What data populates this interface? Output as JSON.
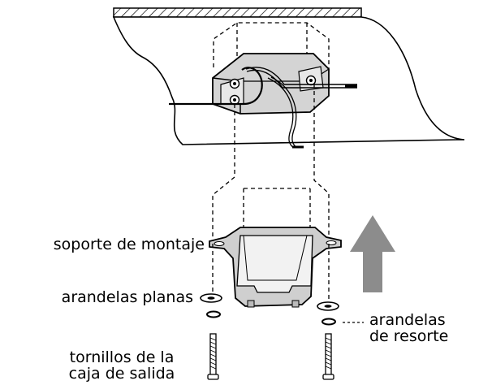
{
  "labels": {
    "mounting_bracket": "soporte de montaje",
    "flat_washers": "arandelas planas",
    "spring_washers_line1": "arandelas",
    "spring_washers_line2": "de resorte",
    "screws_line1": "tornillos de la",
    "screws_line2": "caja de salida"
  },
  "colors": {
    "ink": "#000000",
    "arrow": "#8c8c8c",
    "box_fill": "#d4d4d4",
    "bracket_fill": "#cfcfcf"
  },
  "icons": {
    "direction": "up-arrow-icon"
  }
}
